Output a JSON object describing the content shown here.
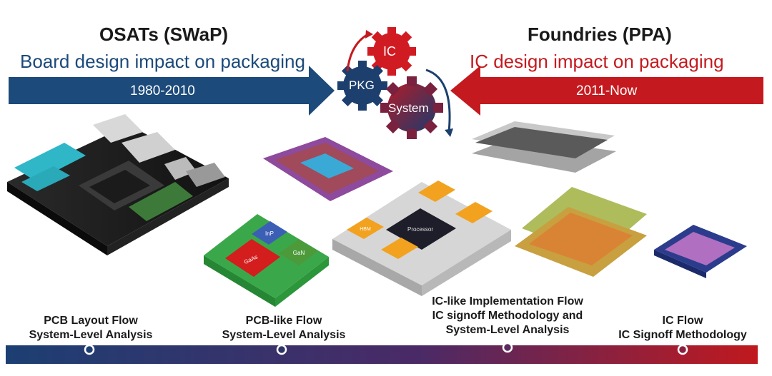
{
  "left": {
    "title": "OSATs (SWaP)",
    "subtitle": "Board design impact on packaging",
    "years": "1980-2010",
    "color": "#1c4a7a"
  },
  "right": {
    "title": "Foundries (PPA)",
    "subtitle": "IC design impact on packaging",
    "years": "2011-Now",
    "color": "#c41a1f"
  },
  "gears": {
    "ic": "IC",
    "pkg": "PKG",
    "system": "System"
  },
  "chips": {
    "gaas": "GaAs",
    "inp": "InP",
    "gan": "GaN",
    "processor": "Processor",
    "hbm": "HBM"
  },
  "stages": [
    {
      "line1": "PCB Layout Flow",
      "line2": "System-Level Analysis"
    },
    {
      "line1": "PCB-like Flow",
      "line2": "System-Level Analysis"
    },
    {
      "line1": "IC-like Implementation Flow",
      "line2": "IC signoff Methodology and",
      "line3": "System-Level Analysis"
    },
    {
      "line1": "IC Flow",
      "line2": "IC Signoff Methodology"
    }
  ]
}
